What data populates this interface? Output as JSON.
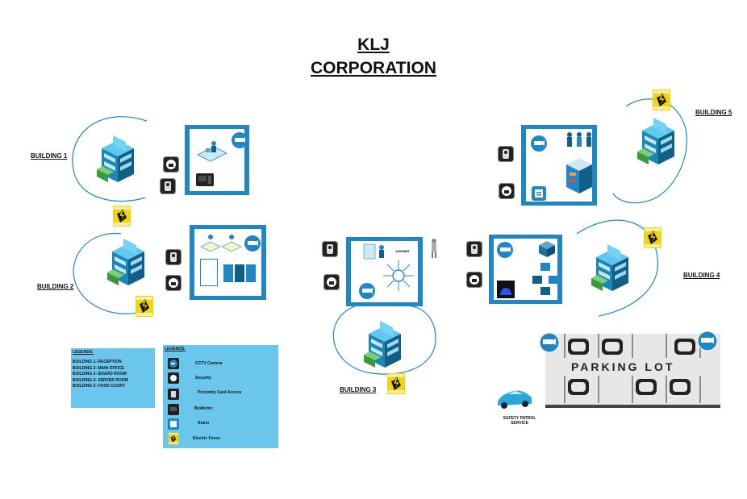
{
  "title": {
    "line1": "KLJ",
    "line2": "CORPORATION"
  },
  "buildings": {
    "b1": "BUILDING 1",
    "b2": "BUILDING 2",
    "b3": "BUILDING 3",
    "b4": "BUILDING 4",
    "b5": "BUILDING 5"
  },
  "jammer_label": "JAMMER",
  "legend_buildings": {
    "title": "LEGENDS:",
    "items": [
      "BUILDING 1- RECEPTION",
      "BUILDING 2- MAIN OFFICE",
      "BUILDING 3- BOARD ROOM",
      "BUILDING 4- SERVER ROOM",
      "BUILDING 5- FOOD COURT"
    ]
  },
  "legend_devices": {
    "title": "LEGENDS:",
    "items": [
      {
        "label": "CCTV Camera",
        "icon": "cctv-icon"
      },
      {
        "label": "Security",
        "icon": "security-icon"
      },
      {
        "label": "Proximity Card Access",
        "icon": "proximity-card-icon"
      },
      {
        "label": "BioMetric",
        "icon": "biometric-icon"
      },
      {
        "label": "Alarm",
        "icon": "alarm-icon"
      },
      {
        "label": "Electric Fence",
        "icon": "electric-fence-icon"
      }
    ]
  },
  "parking": {
    "label": "PARKING LOT"
  },
  "patrol": {
    "line1": "SAFETY PATROL",
    "line2": "SERVICE"
  },
  "colors": {
    "accent": "#1e87c4",
    "legend_bg": "#6bc6ee",
    "fence": "#f2d30f",
    "building": "#2aa7d8"
  }
}
